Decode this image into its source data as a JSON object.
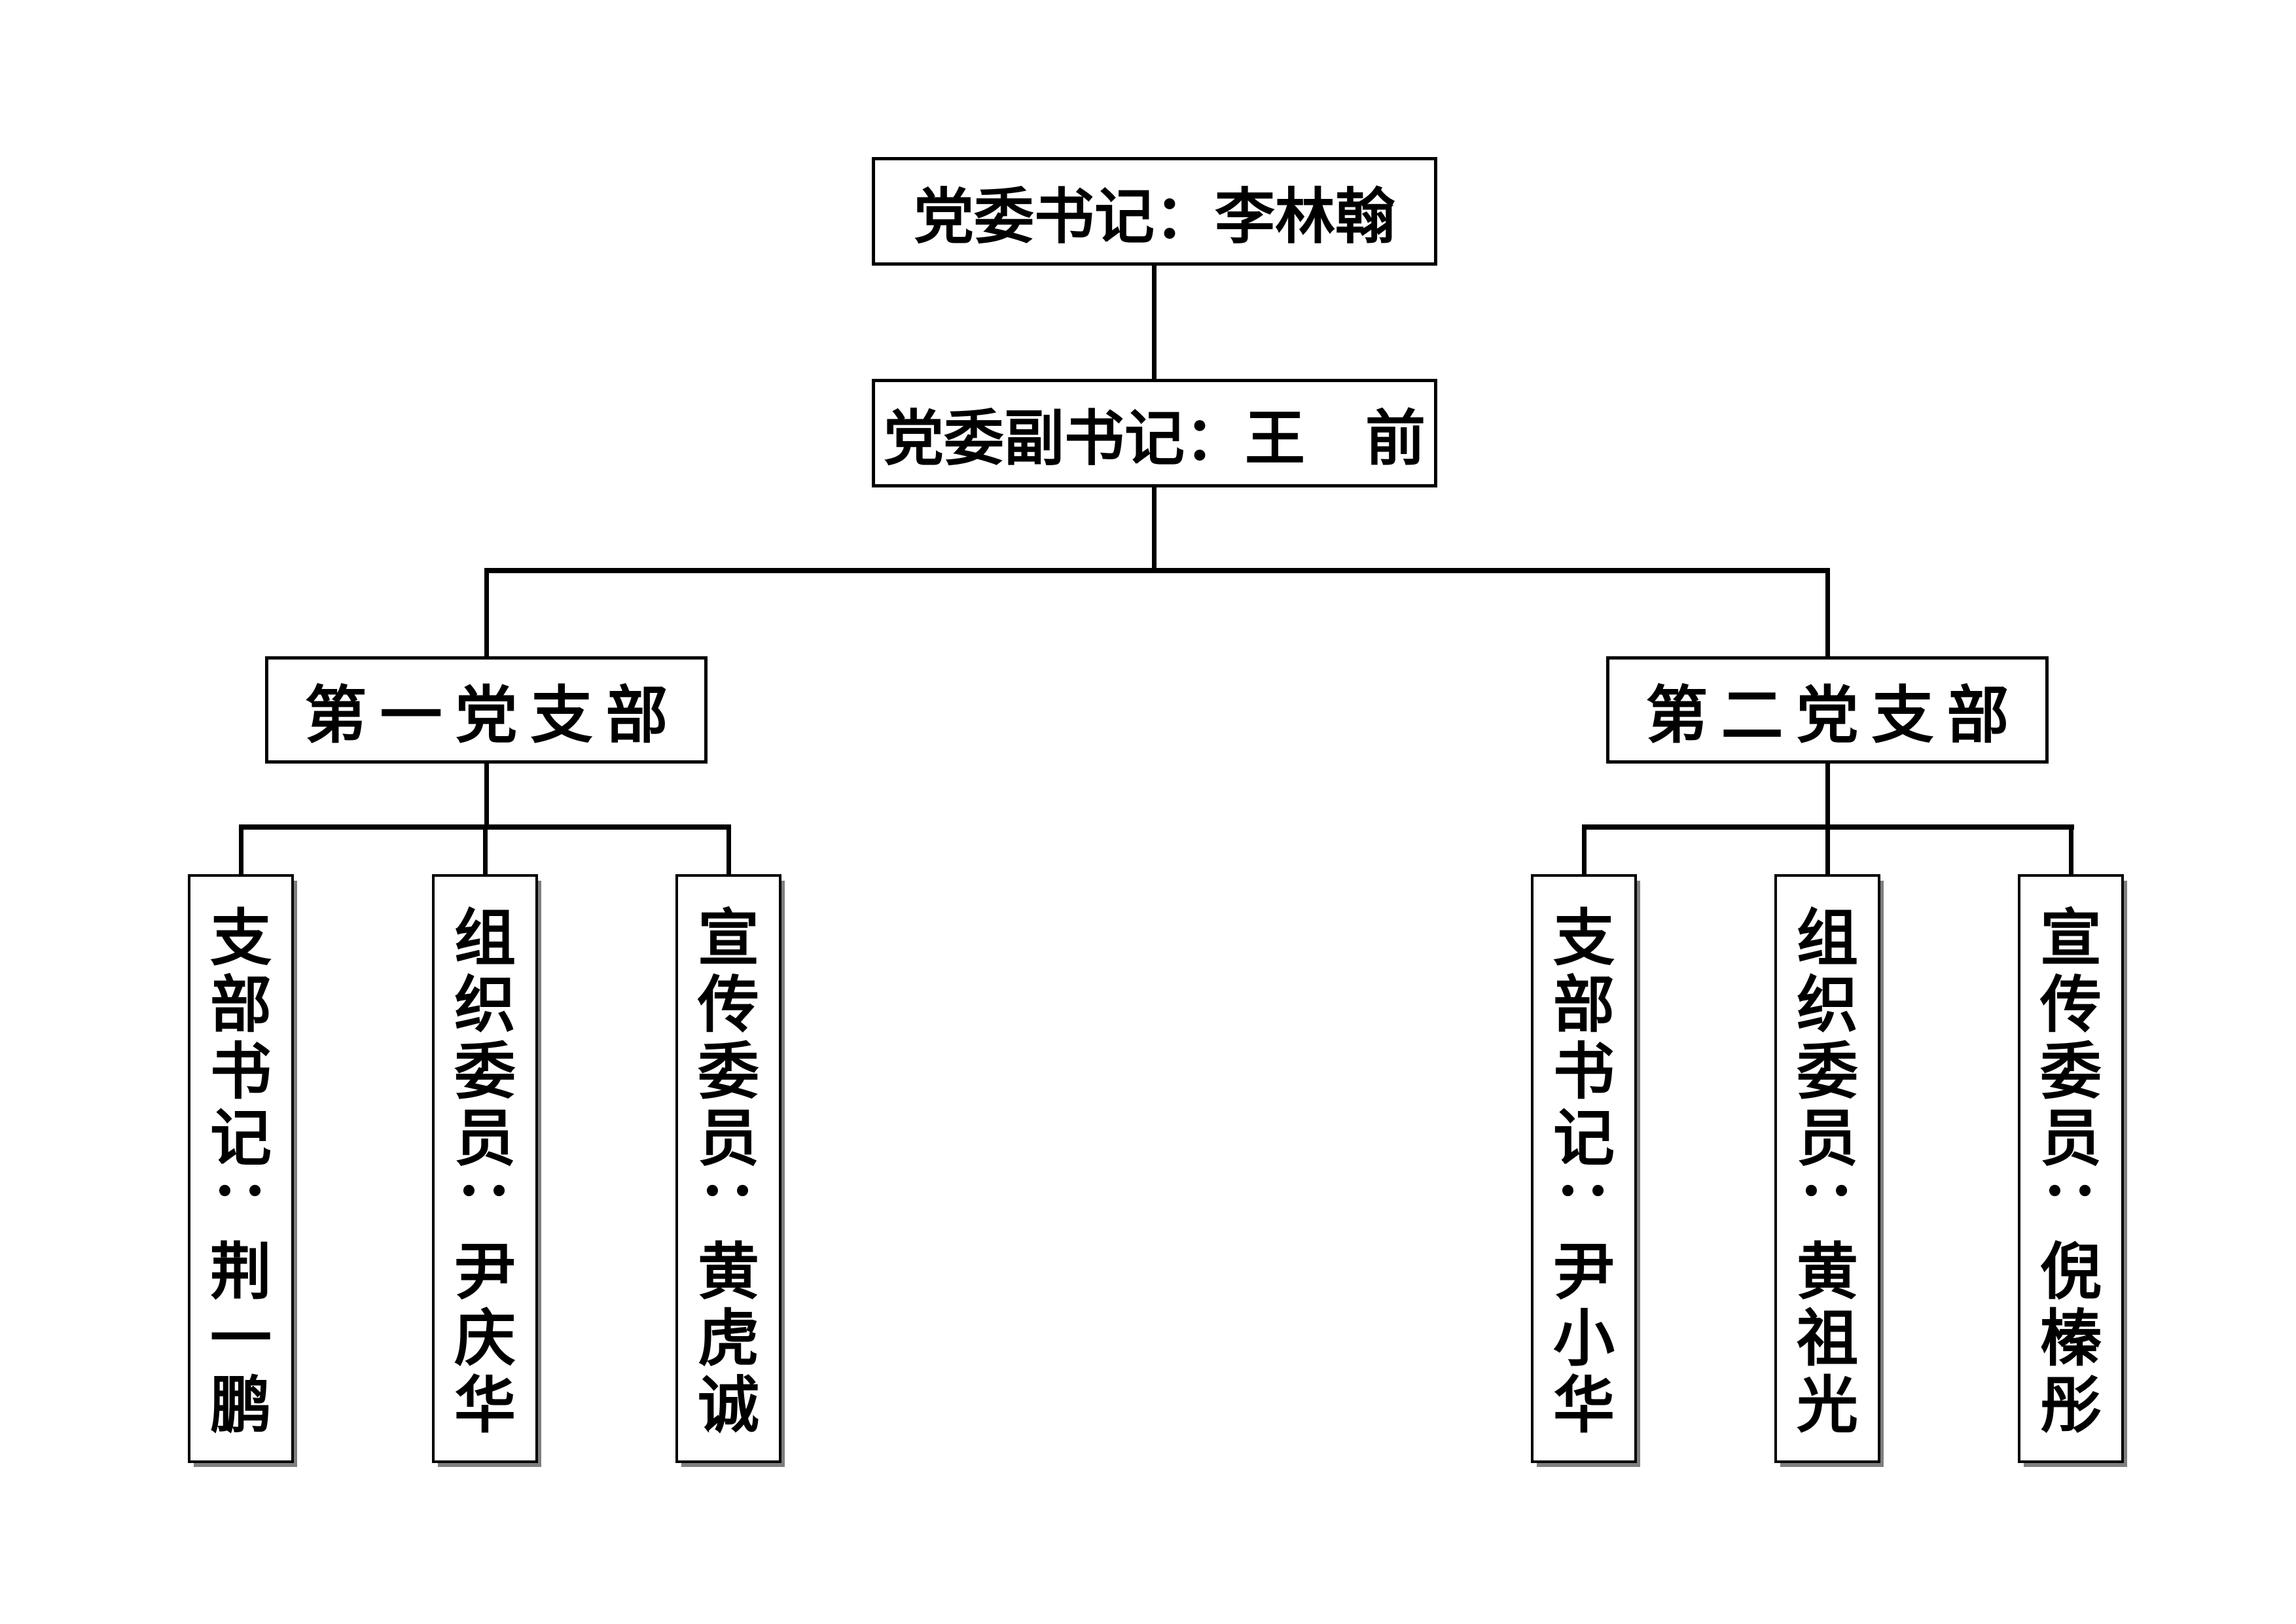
{
  "colors": {
    "ink": "#000000",
    "paper": "#ffffff"
  },
  "org": {
    "secretary": "党委书记：李林翰",
    "deputy": "党委副书记：王　前",
    "branches": [
      {
        "label": "第一党支部",
        "members": [
          "支部书记：荆一鹏",
          "组织委员：尹庆华",
          "宣传委员：黄虎诚"
        ]
      },
      {
        "label": "第二党支部",
        "members": [
          "支部书记：尹小华",
          "组织委员：黄祖光",
          "宣传委员：倪榛彤"
        ]
      }
    ]
  }
}
